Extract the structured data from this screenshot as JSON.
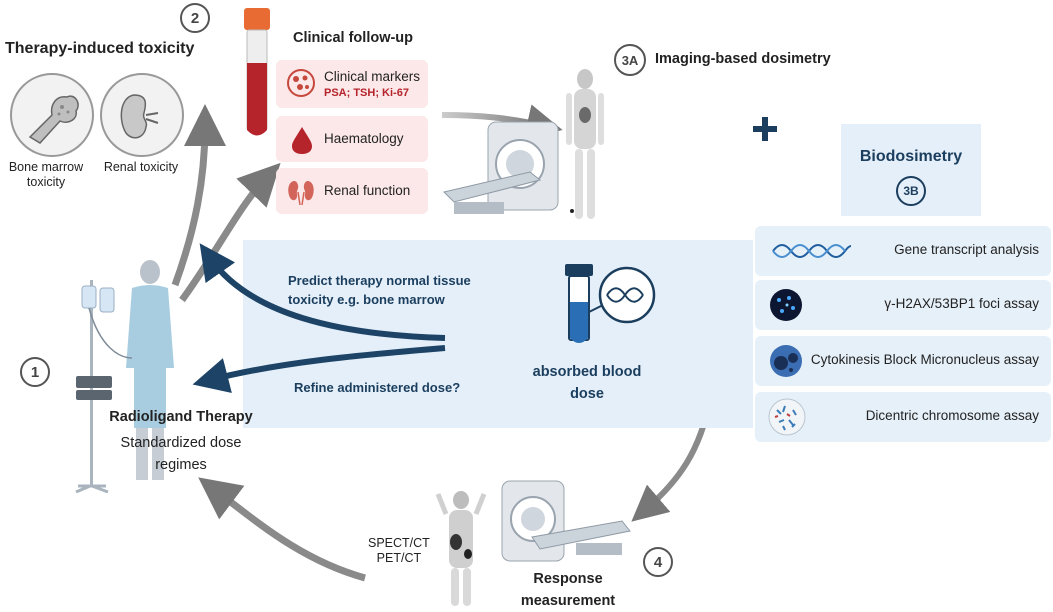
{
  "toxicity": {
    "title": "Therapy-induced toxicity",
    "bone_label_1": "Bone marrow",
    "bone_label_2": "toxicity",
    "renal_label": "Renal toxicity"
  },
  "steps": {
    "s1": "1",
    "s2": "2",
    "s3a": "3A",
    "s3b": "3B",
    "s4": "4"
  },
  "followup": {
    "title": "Clinical follow-up",
    "markers_label": "Clinical markers",
    "markers_sub": "PSA; TSH; Ki-67",
    "haematology_label": "Haematology",
    "renal_label": "Renal function"
  },
  "imaging": {
    "title": "Imaging-based dosimetry"
  },
  "biodosimetry": {
    "title": "Biodosimetry",
    "assays": [
      {
        "label": "Gene transcript analysis"
      },
      {
        "label": "γ-H2AX/53BP1 foci assay"
      },
      {
        "label": "Cytokinesis Block Micronucleus assay"
      },
      {
        "label": "Dicentric chromosome assay"
      }
    ]
  },
  "center": {
    "predict_line1": "Predict therapy normal tissue",
    "predict_line2": "toxicity e.g. bone marrow",
    "refine": "Refine administered dose?",
    "absorbed_line1": "absorbed blood",
    "absorbed_line2": "dose"
  },
  "therapy": {
    "title": "Radioligand Therapy",
    "sub_line1": "Standardized dose",
    "sub_line2": "regimes"
  },
  "response": {
    "modality_1": "SPECT/CT",
    "modality_2": "PET/CT",
    "label_1": "Response",
    "label_2": "measurement"
  },
  "colors": {
    "navy": "#1b3e5e",
    "pink_bg": "#fce8e8",
    "blue_bg": "#e4eff9",
    "blood_red": "#b5232b"
  }
}
